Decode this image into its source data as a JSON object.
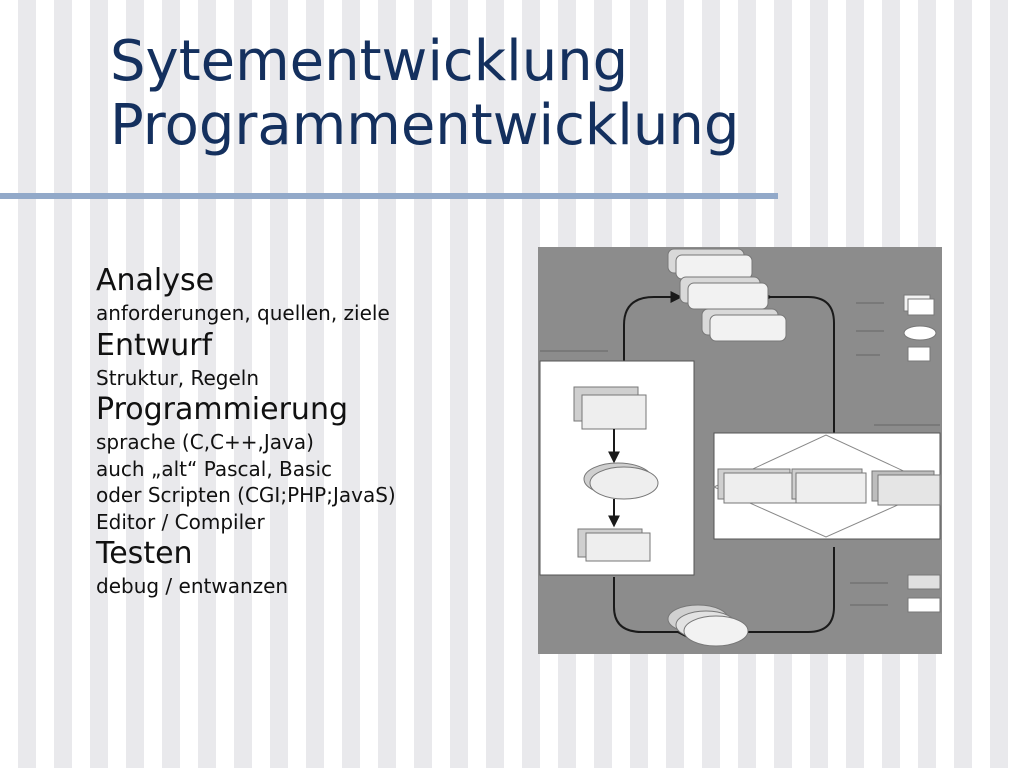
{
  "slide": {
    "title_lines": [
      "Sytementwicklung",
      "Programmentwicklung"
    ],
    "sections": [
      {
        "heading": "Analyse",
        "details": [
          "anforderungen, quellen, ziele"
        ]
      },
      {
        "heading": "Entwurf",
        "details": [
          "Struktur, Regeln"
        ]
      },
      {
        "heading": "Programmierung",
        "details": [
          "sprache (C,C++,Java)",
          "auch „alt“ Pascal, Basic",
          "oder Scripten (CGI;PHP;JavaS)",
          "Editor / Compiler"
        ]
      },
      {
        "heading": "Testen",
        "details": [
          "debug / entwanzen"
        ]
      }
    ]
  },
  "colors": {
    "title": "#14305e",
    "rule": "#92a9c9",
    "diagram_background": "#8c8c8c"
  },
  "diagram": {
    "icon": "flowchart-image"
  }
}
